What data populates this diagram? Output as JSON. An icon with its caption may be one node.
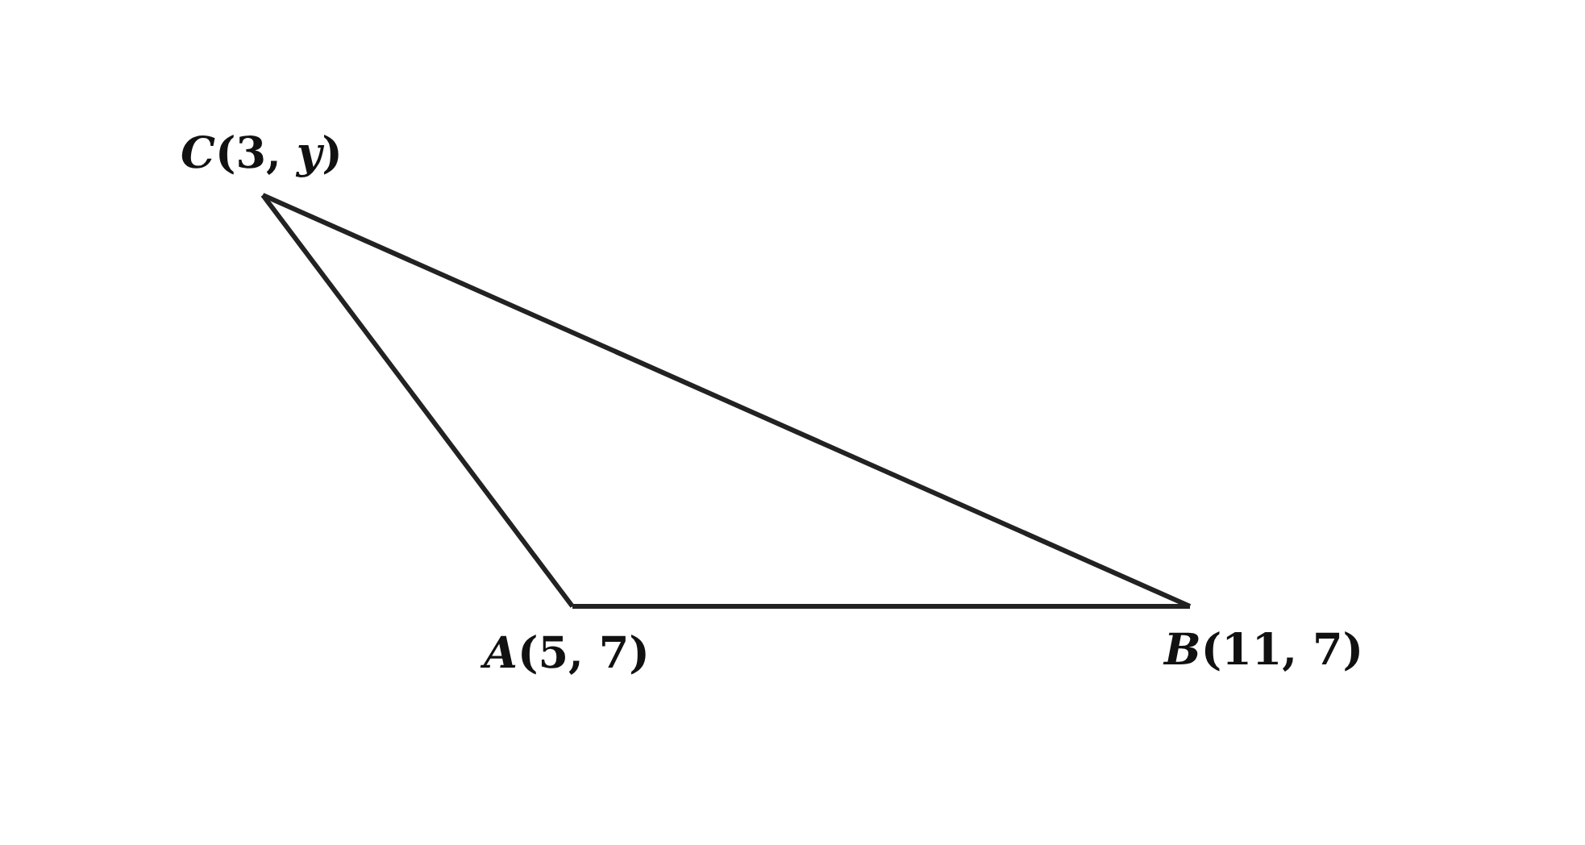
{
  "diagram": {
    "nodes": [
      {
        "text": [
          "*C*(3, *y*)"
        ]
      },
      {
        "text": [
          "*A*(5, 7)"
        ]
      },
      {
        "text": [
          "*B*(11, 7)"
        ]
      }
    ],
    "edges": [
      {
        "from": 0,
        "to": 1,
        "arrow": "none"
      },
      {
        "from": 1,
        "to": 2,
        "arrow": "none"
      },
      {
        "from": 2,
        "to": 0,
        "arrow": "none"
      }
    ]
  }
}
